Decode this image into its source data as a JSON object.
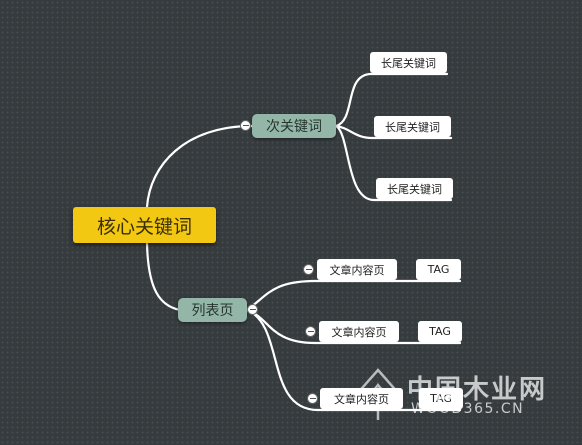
{
  "root": {
    "label": "核心关键词"
  },
  "branches": [
    {
      "label": "次关键词",
      "children": [
        "长尾关键词",
        "长尾关键词",
        "长尾关键词"
      ]
    },
    {
      "label": "列表页",
      "children": [
        {
          "label": "文章内容页",
          "tag": "TAG"
        },
        {
          "label": "文章内容页",
          "tag": "TAG"
        },
        {
          "label": "文章内容页",
          "tag": "TAG"
        }
      ]
    }
  ],
  "watermark": {
    "title": "中国木业网",
    "url": "WOOD365.CN"
  },
  "colors": {
    "background": "#363b3e",
    "root": "#f2c812",
    "subtopic": "#94b6a9",
    "connector": "#ffffff"
  }
}
